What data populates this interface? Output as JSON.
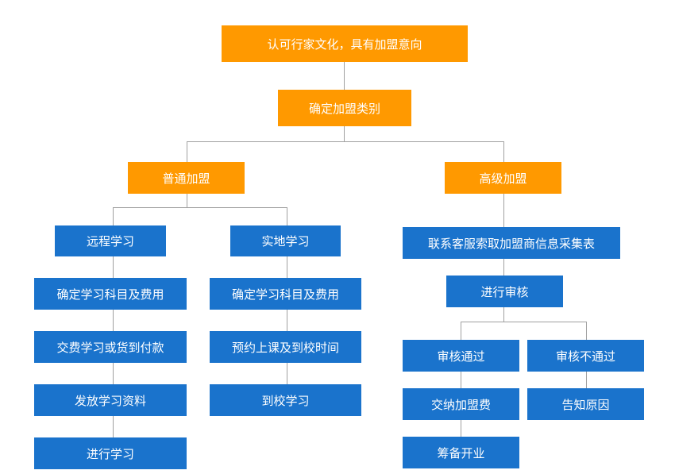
{
  "colors": {
    "orange": "#ff9900",
    "blue": "#1a73cc",
    "connector": "#a0a0a0"
  },
  "nodes": {
    "root": "认可行家文化，具有加盟意向",
    "type": "确定加盟类别",
    "normal": "普通加盟",
    "advanced": "高级加盟",
    "remote": {
      "title": "远程学习",
      "steps": [
        "确定学习科目及费用",
        "交费学习或货到付款",
        "发放学习资料",
        "进行学习"
      ]
    },
    "onsite": {
      "title": "实地学习",
      "steps": [
        "确定学习科目及费用",
        "预约上课及到校时间",
        "到校学习"
      ]
    },
    "adv_contact": "联系客服索取加盟商信息采集表",
    "adv_review": "进行审核",
    "review_pass": {
      "title": "审核通过",
      "steps": [
        "交纳加盟费",
        "筹备开业"
      ]
    },
    "review_fail": {
      "title": "审核不通过",
      "steps": [
        "告知原因"
      ]
    }
  }
}
